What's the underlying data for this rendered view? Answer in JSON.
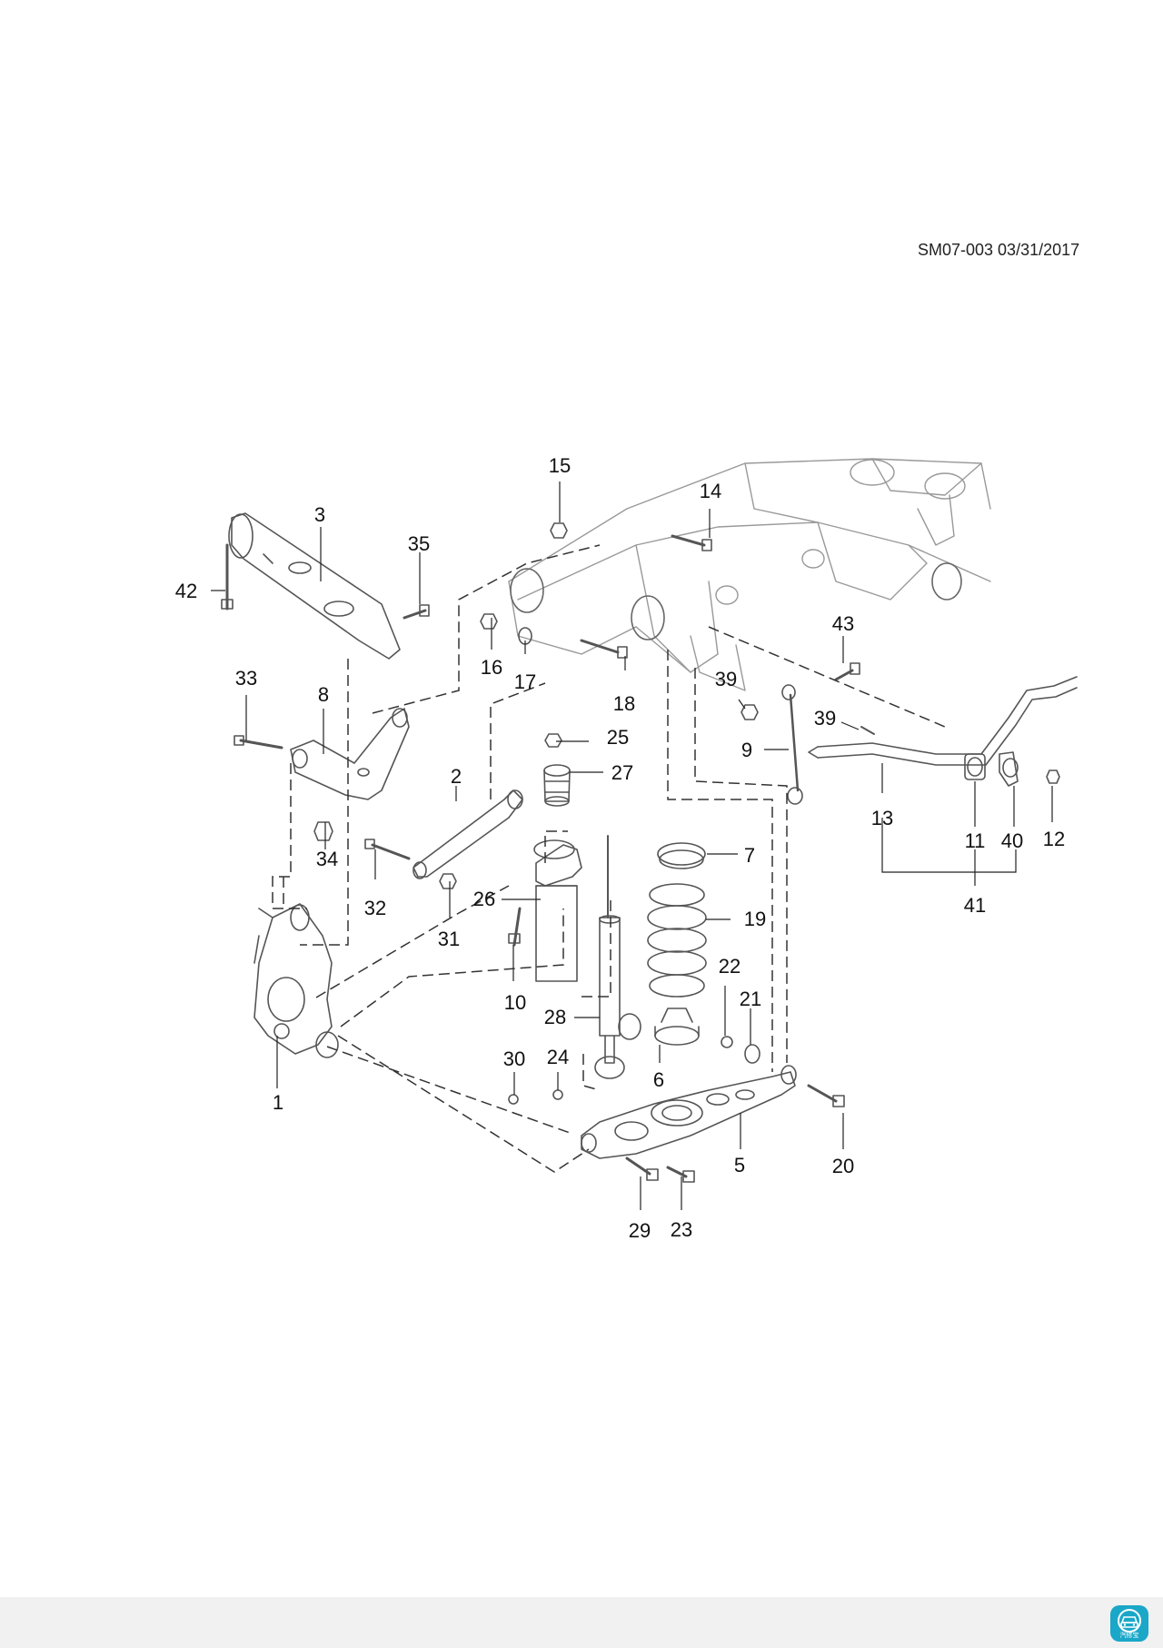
{
  "document": {
    "code": "SM07-003 03/31/2017"
  },
  "callouts": {
    "c1": "1",
    "c2": "2",
    "c3": "3",
    "c5": "5",
    "c6": "6",
    "c7": "7",
    "c8": "8",
    "c9": "9",
    "c10": "10",
    "c11": "11",
    "c12": "12",
    "c13": "13",
    "c14": "14",
    "c15": "15",
    "c16": "16",
    "c17": "17",
    "c18": "18",
    "c19": "19",
    "c20": "20",
    "c21": "21",
    "c22": "22",
    "c23": "23",
    "c24": "24",
    "c25": "25",
    "c26": "26",
    "c27": "27",
    "c28": "28",
    "c29": "29",
    "c30": "30",
    "c31": "31",
    "c32": "32",
    "c33": "33",
    "c34": "34",
    "c35": "35",
    "c39a": "39",
    "c39b": "39",
    "c40": "40",
    "c41": "41",
    "c42": "42",
    "c43": "43"
  },
  "app_badge": {
    "icon": "car-service-icon",
    "label": "汽修宝",
    "color": "#1aa7c8"
  }
}
